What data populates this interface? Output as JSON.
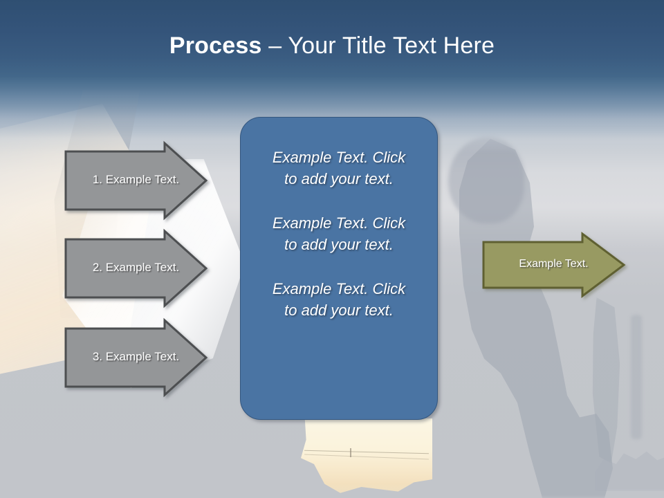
{
  "slide": {
    "title_bold": "Process",
    "title_rest": " – Your Title Text Here",
    "colors": {
      "header_blue_top": "#2f4f72",
      "header_blue_bottom": "#4d7195",
      "gray_arrow_fill": "#949698",
      "gray_arrow_stroke": "#4d4f51",
      "olive_arrow_fill": "#989a62",
      "olive_arrow_stroke": "#5f6030",
      "center_box_fill": "#4a74a3",
      "center_box_stroke": "#33567f",
      "text_white": "#ffffff",
      "background_gray": "#c2c5ca",
      "background_cream": "#faebd6"
    }
  },
  "left_arrows": [
    {
      "label": "1. Example Text."
    },
    {
      "label": "2. Example Text."
    },
    {
      "label": "3. Example Text."
    }
  ],
  "center_box": {
    "paragraphs": [
      "Example Text. Click  to add your text.",
      "Example Text. Click  to add your text.",
      "Example Text. Click  to add your text."
    ]
  },
  "right_arrow": {
    "label": "Example Text."
  }
}
